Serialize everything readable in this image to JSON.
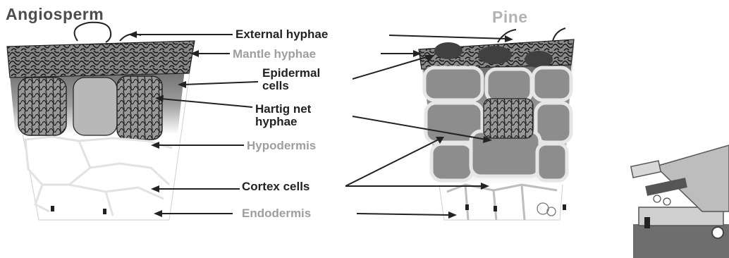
{
  "titles": {
    "angiosperm": "Angiosperm",
    "pine": "Pine"
  },
  "labels": {
    "external_hyphae": "External hyphae",
    "mantle_hyphae": "Mantle hyphae",
    "epidermal_cells": "Epidermal\ncells",
    "hartig_net": "Hartig net\nhyphae",
    "hypodermis": "Hypodermis",
    "cortex_cells": "Cortex cells",
    "endodermis": "Endodermis"
  },
  "colors": {
    "dark_label": "#222222",
    "light_label": "#9e9e9e",
    "tissue_grey": "#8f8f8f"
  }
}
